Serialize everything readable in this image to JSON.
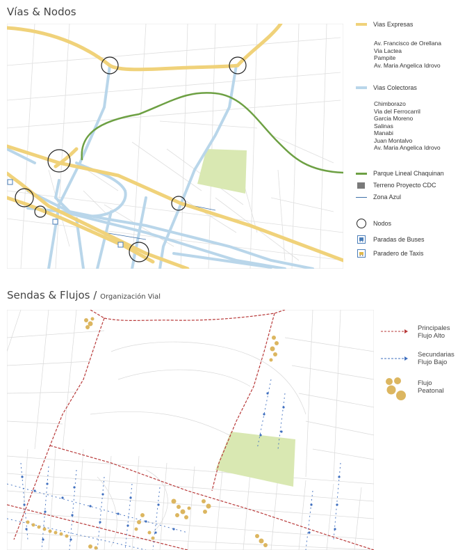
{
  "sections": {
    "vias_title": "Vías & Nodos",
    "sendas_title": "Sendas & Flujos",
    "sendas_subtitle": "Organización Vial",
    "sendas_separator": " / "
  },
  "legend1": {
    "expresas_label": "Vias Expresas",
    "expresas_items": [
      "Av. Francisco de Orellana",
      "Via Lactea",
      "Pampite",
      "Av. Maria Angelica Idrovo"
    ],
    "colectoras_label": "Vias Colectoras",
    "colectoras_items": [
      "Chimborazo",
      "Via del Ferrocarril",
      "Garcia Moreno",
      "Salinas",
      "Manabi",
      "Juan Montalvo",
      "Av. Maria Angelica Idrovo"
    ],
    "parque_label": "Parque Lineal Chaquinan",
    "terreno_label": "Terreno Proyecto CDC",
    "zona_label": "Zona Azul",
    "nodos_label": "Nodos",
    "paradas_label": "Paradas de Buses",
    "taxis_label": "Paradero de Taxis"
  },
  "legend2": {
    "principales_line1": "Principales",
    "principales_line2": "Flujo Alto",
    "secundarias_line1": "Secundarias",
    "secundarias_line2": "Flujo Bajo",
    "peatonal_line1": "Flujo",
    "peatonal_line2": "Peatonal"
  },
  "colors": {
    "expresas": "#f0d27a",
    "colectoras": "#b9d6ea",
    "parque": "#6da043",
    "terreno": "#7a7a7a",
    "zona_azul": "#3d6fa8",
    "green_area": "#d9e8b2",
    "principal_flow": "#b83a3a",
    "secondary_flow": "#3f6fbf",
    "pedestrian": "#dcb660"
  },
  "icons": {
    "nodos": "circle-outline-icon",
    "paradas": "bus-stop-icon",
    "taxis": "taxi-stand-icon",
    "principales": "red-arrow-line-icon",
    "secundarias": "blue-arrow-line-icon",
    "peatonal": "pedestrian-dots-icon"
  }
}
